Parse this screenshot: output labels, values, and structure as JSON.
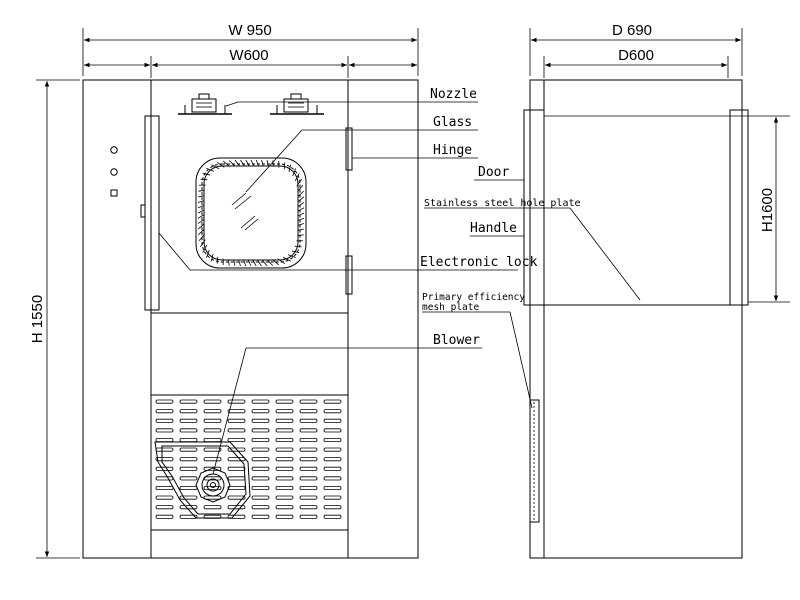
{
  "dimensions": {
    "front_total_width": "W 950",
    "front_inner_width": "W600",
    "front_height": "H 1550",
    "side_total_depth": "D  690",
    "side_inner_depth": "D600",
    "side_height": "H1600"
  },
  "labels": {
    "nozzle": "Nozzle",
    "glass": "Glass",
    "hinge": "Hinge",
    "door": "Door",
    "stainless_plate": "Stainless steel hole plate",
    "handle": "Handle",
    "electronic_lock": "Electronic lock",
    "primary_mesh_line1": "Primary efficiency",
    "primary_mesh_line2": "mesh plate",
    "blower": "Blower"
  }
}
